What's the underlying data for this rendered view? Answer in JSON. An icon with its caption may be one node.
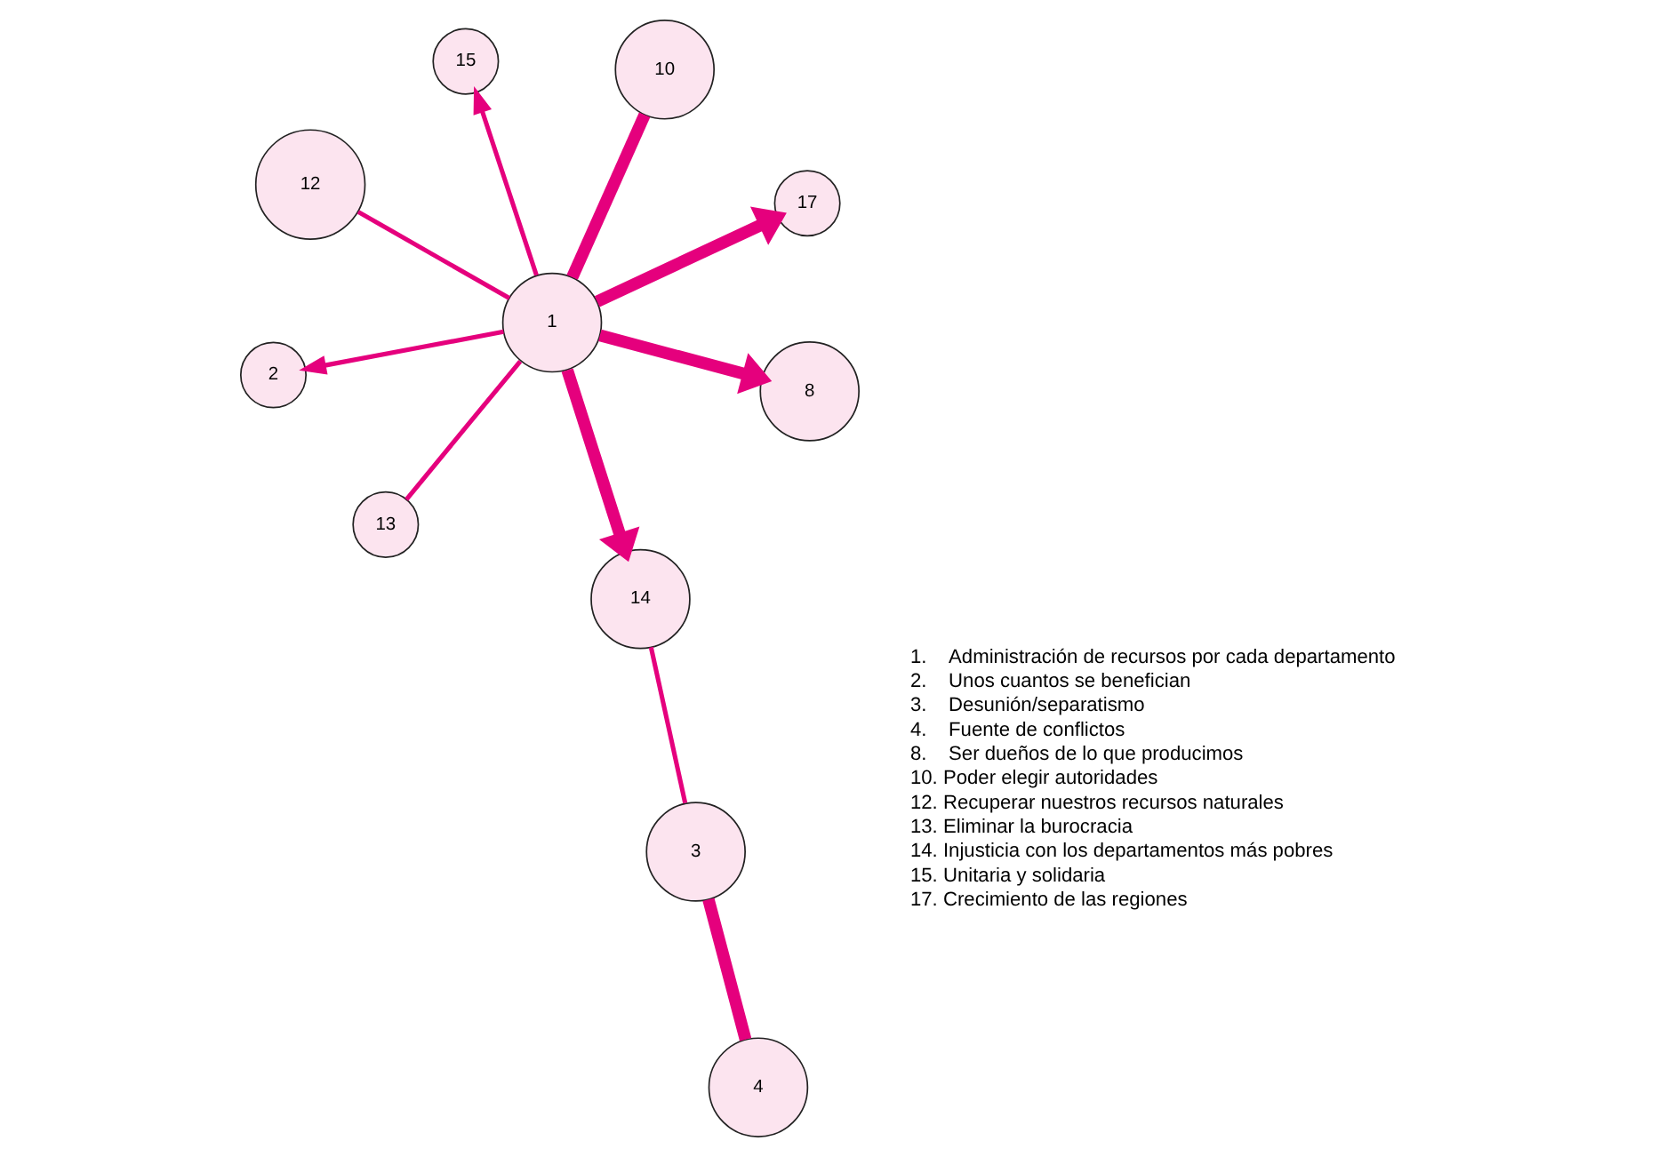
{
  "diagram": {
    "nodes": [
      {
        "text": [
          "12"
        ]
      },
      {
        "text": [
          "17"
        ]
      },
      {
        "text": [
          "13"
        ]
      },
      {
        "text": [
          "15"
        ]
      },
      {
        "text": [
          "10"
        ]
      },
      {
        "text": [
          "1"
        ]
      },
      {
        "text": [
          "2"
        ]
      },
      {
        "text": [
          "8"
        ]
      },
      {
        "text": [
          "3"
        ]
      },
      {
        "text": [
          "14"
        ]
      },
      {
        "text": [
          "4"
        ]
      }
    ],
    "edges": [
      {
        "from": 0,
        "to": 5,
        "arrow": "none"
      },
      {
        "from": 5,
        "to": 1,
        "arrow": "to",
        "style": "thick"
      },
      {
        "from": 2,
        "to": 5,
        "arrow": "none"
      },
      {
        "from": 5,
        "to": 3,
        "arrow": "to"
      },
      {
        "from": 4,
        "to": 5,
        "arrow": "none",
        "style": "thick"
      },
      {
        "from": 5,
        "to": 6,
        "arrow": "to"
      },
      {
        "from": 5,
        "to": 7,
        "arrow": "to",
        "style": "thick"
      },
      {
        "from": 5,
        "to": 9,
        "arrow": "to",
        "style": "thick"
      },
      {
        "from": 8,
        "to": 9,
        "arrow": "none"
      },
      {
        "from": 8,
        "to": 10,
        "arrow": "none",
        "style": "thick"
      }
    ],
    "labels": [
      "1.    Administración de recursos por cada departamento",
      "2.    Unos cuantos se benefician",
      "3.    Desunión/separatismo",
      "4.    Fuente de conflictos",
      "8.    Ser dueños de lo que producimos",
      "10. Poder elegir autoridades",
      "12. Recuperar nuestros recursos naturales",
      "13. Eliminar la burocracia",
      "14. Injusticia con los departamentos más pobres",
      "15. Unitaria y solidaria",
      "17. Crecimiento de las regiones"
    ]
  }
}
